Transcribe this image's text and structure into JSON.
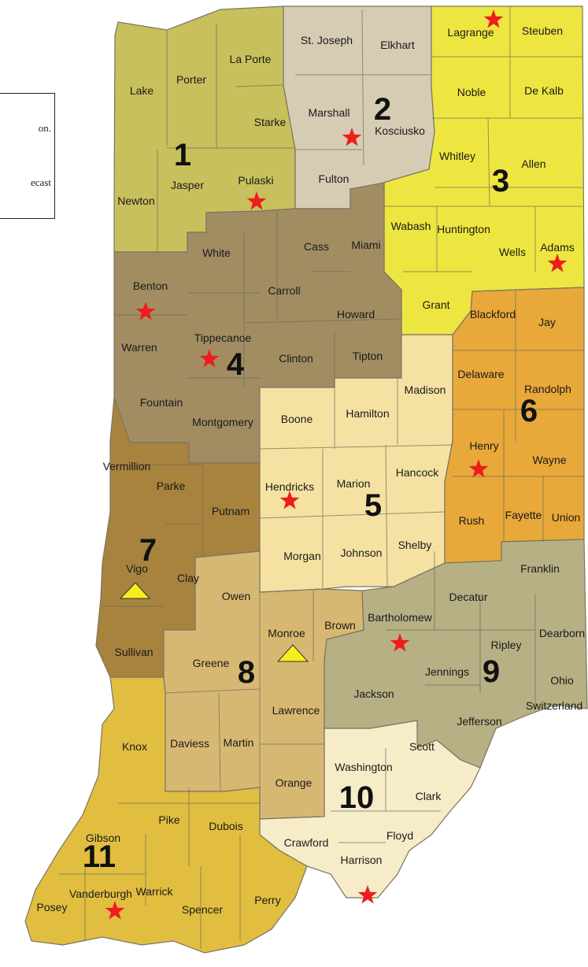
{
  "legend": {
    "line1": "on.",
    "line2": "ecast"
  },
  "colors": {
    "d1": "#c8c05c",
    "d2": "#d6ccb4",
    "d3": "#eee640",
    "d4": "#a28d62",
    "d5": "#f5e2a2",
    "d6": "#e8a83a",
    "d7": "#a8833e",
    "d8": "#d7b872",
    "d9": "#b6b084",
    "d10": "#f6ecc8",
    "d11": "#e1be40",
    "star": "#ee1c1c",
    "triangle": "#f6ee1c"
  },
  "districts": [
    "1",
    "2",
    "3",
    "4",
    "5",
    "6",
    "7",
    "8",
    "9",
    "10",
    "11"
  ],
  "counties": {
    "lake": "Lake",
    "porter": "Porter",
    "laporte": "La Porte",
    "starke": "Starke",
    "newton": "Newton",
    "jasper": "Jasper",
    "pulaski": "Pulaski",
    "stjoseph": "St. Joseph",
    "elkhart": "Elkhart",
    "marshall": "Marshall",
    "kosciusko": "Kosciusko",
    "fulton": "Fulton",
    "lagrange": "Lagrange",
    "steuben": "Steuben",
    "noble": "Noble",
    "dekalb": "De Kalb",
    "whitley": "Whitley",
    "allen": "Allen",
    "wabash": "Wabash",
    "huntington": "Huntington",
    "wells": "Wells",
    "adams": "Adams",
    "grant": "Grant",
    "white": "White",
    "cass": "Cass",
    "miami": "Miami",
    "benton": "Benton",
    "carroll": "Carroll",
    "howard": "Howard",
    "warren": "Warren",
    "tippecanoe": "Tippecanoe",
    "clinton": "Clinton",
    "tipton": "Tipton",
    "fountain": "Fountain",
    "montgomery": "Montgomery",
    "boone": "Boone",
    "hamilton": "Hamilton",
    "madison": "Madison",
    "hendricks": "Hendricks",
    "marion": "Marion",
    "hancock": "Hancock",
    "morgan": "Morgan",
    "johnson": "Johnson",
    "shelby": "Shelby",
    "blackford": "Blackford",
    "jay": "Jay",
    "delaware": "Delaware",
    "randolph": "Randolph",
    "henry": "Henry",
    "wayne": "Wayne",
    "rush": "Rush",
    "fayette": "Fayette",
    "union": "Union",
    "vermillion": "Vermillion",
    "parke": "Parke",
    "putnam": "Putnam",
    "vigo": "Vigo",
    "clay": "Clay",
    "sullivan": "Sullivan",
    "owen": "Owen",
    "monroe": "Monroe",
    "brown": "Brown",
    "greene": "Greene",
    "lawrence": "Lawrence",
    "daviess": "Daviess",
    "martin": "Martin",
    "orange": "Orange",
    "franklin": "Franklin",
    "decatur": "Decatur",
    "bartholomew": "Bartholomew",
    "dearborn": "Dearborn",
    "ripley": "Ripley",
    "jennings": "Jennings",
    "ohio": "Ohio",
    "jackson": "Jackson",
    "switzerland": "Switzerland",
    "jefferson": "Jefferson",
    "scott": "Scott",
    "washington": "Washington",
    "clark": "Clark",
    "floyd": "Floyd",
    "crawford": "Crawford",
    "harrison": "Harrison",
    "knox": "Knox",
    "pike": "Pike",
    "dubois": "Dubois",
    "gibson": "Gibson",
    "posey": "Posey",
    "vanderburgh": "Vanderburgh",
    "warrick": "Warrick",
    "spencer": "Spencer",
    "perry": "Perry"
  }
}
